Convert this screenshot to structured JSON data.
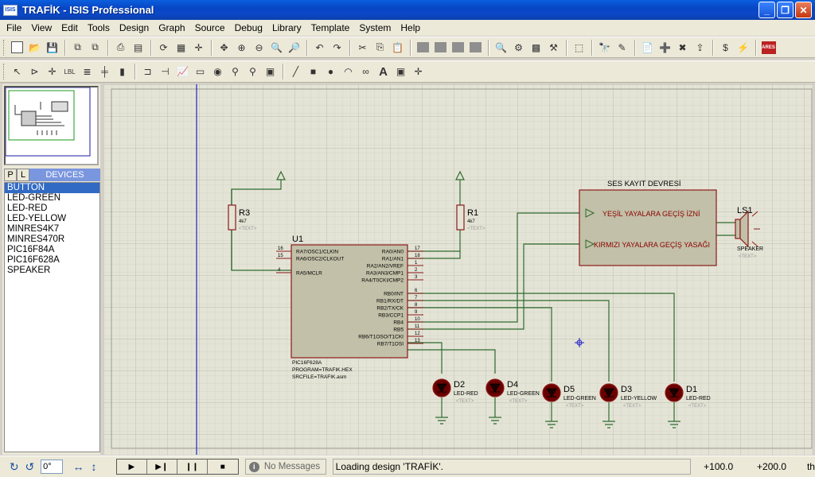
{
  "window": {
    "title": "TRAFİK - ISIS Professional",
    "badge": "ISIS"
  },
  "menu": [
    "File",
    "View",
    "Edit",
    "Tools",
    "Design",
    "Graph",
    "Source",
    "Debug",
    "Library",
    "Template",
    "System",
    "Help"
  ],
  "devices": {
    "tab_p": "P",
    "tab_l": "L",
    "header": "DEVICES",
    "items": [
      "BUTTON",
      "LED-GREEN",
      "LED-RED",
      "LED-YELLOW",
      "MINRES4K7",
      "MINRES470R",
      "PIC16F84A",
      "PIC16F628A",
      "SPEAKER"
    ],
    "selected": "BUTTON"
  },
  "schematic": {
    "r3": {
      "ref": "R3",
      "value": "4k7",
      "text": "<TEXT>"
    },
    "r1": {
      "ref": "R1",
      "value": "4k7",
      "text": "<TEXT>"
    },
    "u1": {
      "ref": "U1",
      "left_pins": [
        {
          "num": "16",
          "name": "RA7/OSC1/CLKIN"
        },
        {
          "num": "15",
          "name": "RA6/OSC2/CLKOUT"
        },
        {
          "num": "4",
          "name": "RA5/MCLR"
        }
      ],
      "right_pins": [
        {
          "num": "17",
          "name": "RA0/AN0"
        },
        {
          "num": "18",
          "name": "RA1/AN1"
        },
        {
          "num": "1",
          "name": "RA2/AN2/VREF"
        },
        {
          "num": "2",
          "name": "RA3/AN3/CMP1"
        },
        {
          "num": "3",
          "name": "RA4/T0CKI/CMP2"
        },
        {
          "num": "6",
          "name": "RB0/INT"
        },
        {
          "num": "7",
          "name": "RB1/RX/DT"
        },
        {
          "num": "8",
          "name": "RB2/TX/CK"
        },
        {
          "num": "9",
          "name": "RB3/CCP1"
        },
        {
          "num": "10",
          "name": "RB4"
        },
        {
          "num": "11",
          "name": "RB5"
        },
        {
          "num": "12",
          "name": "RB6/T1OSO/T1CKI"
        },
        {
          "num": "13",
          "name": "RB7/T1OSI"
        }
      ],
      "part": "PIC16F628A",
      "program": "PROGRAM=TRAFIK.HEX",
      "srcfile": "SRCFILE=TRAFIK.asm"
    },
    "ses": {
      "title": "SES KAYIT DEVRESİ",
      "line1": "YEŞİL YAYALARA GEÇİŞ İZNİ",
      "line2": "KIRMIZI YAYALARA GEÇİŞ YASAĞI"
    },
    "ls1": {
      "ref": "LS1",
      "part": "SPEAKER",
      "text": "<TEXT>"
    },
    "leds": [
      {
        "ref": "D2",
        "part": "LED-RED",
        "text": "<TEXT>"
      },
      {
        "ref": "D4",
        "part": "LED-GREEN",
        "text": "<TEXT>"
      },
      {
        "ref": "D5",
        "part": "LED-GREEN",
        "text": "<TEXT>"
      },
      {
        "ref": "D3",
        "part": "LED-YELLOW",
        "text": "<TEXT>"
      },
      {
        "ref": "D1",
        "part": "LED-RED",
        "text": "<TEXT>"
      }
    ]
  },
  "status": {
    "rotation": "0°",
    "messages": "No Messages",
    "text": "Loading design 'TRAFİK'.",
    "x": "+100.0",
    "y": "+200.0",
    "units": "th"
  },
  "colors": {
    "wire": "#2f6b2f",
    "component": "#8b1a1a",
    "body": "#c2c0a8",
    "grid": "#c8c8bc",
    "led_fill": "#6b0000"
  }
}
